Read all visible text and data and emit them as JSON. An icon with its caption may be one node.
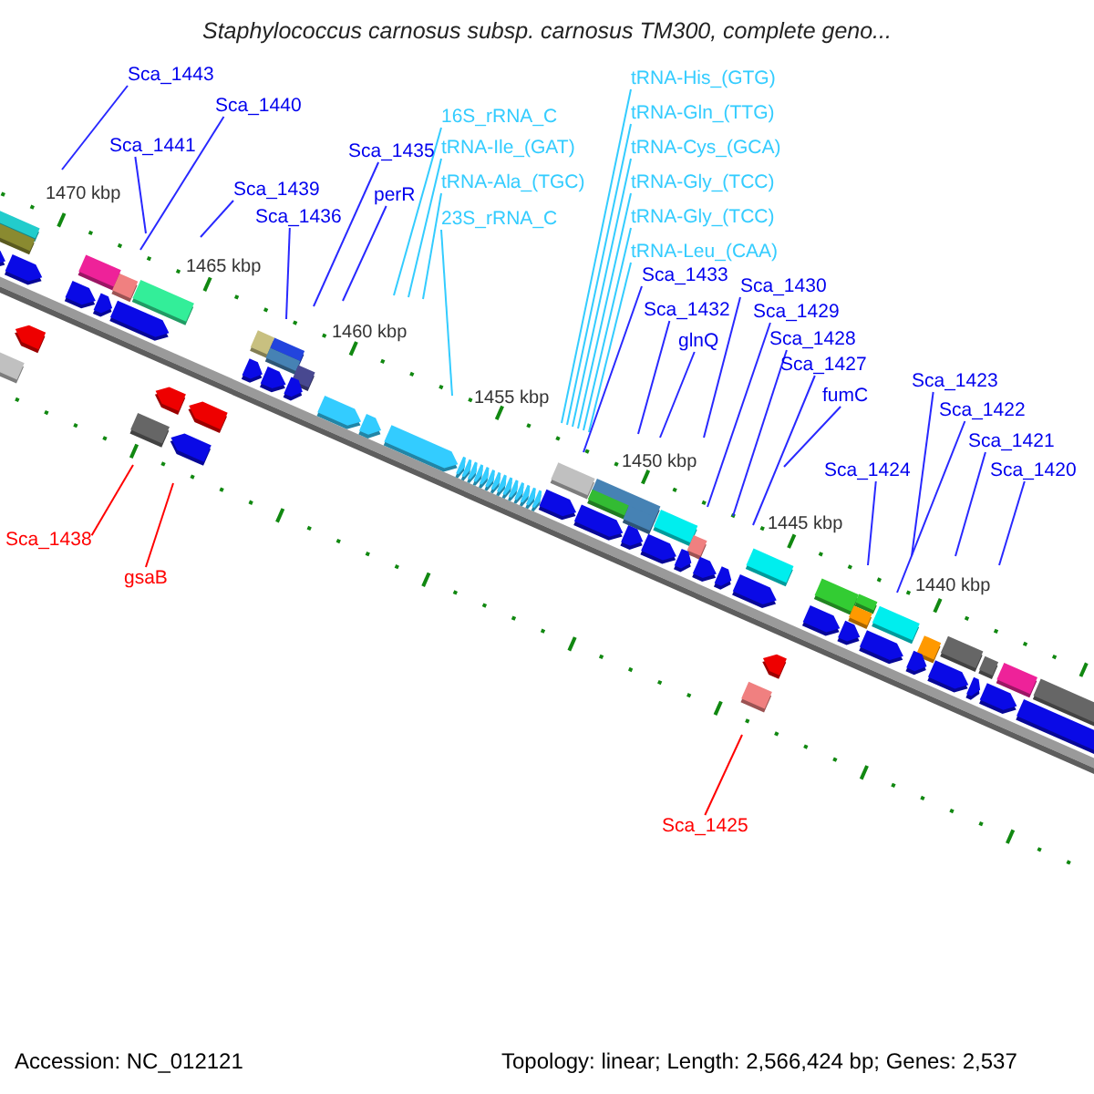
{
  "diagram": {
    "title": "Staphylococcus carnosus subsp. carnosus TM300, complete geno...",
    "nodes": [
      {
        "text": [
          "Sca_1443"
        ]
      },
      {
        "text": [
          "Sca_1440"
        ]
      },
      {
        "text": [
          "Sca_1441"
        ]
      },
      {
        "text": [
          "Sca_1435"
        ]
      },
      {
        "text": [
          "Sca_1439"
        ]
      },
      {
        "text": [
          "perR"
        ]
      },
      {
        "text": [
          "Sca_1436"
        ]
      },
      {
        "text": [
          "tRNA-His_(GTG)"
        ]
      },
      {
        "text": [
          "tRNA-Gln_(TTG)"
        ]
      },
      {
        "text": [
          "16S_rRNA_C"
        ]
      },
      {
        "text": [
          "tRNA-Ile_(GAT)"
        ]
      },
      {
        "text": [
          "tRNA-Cys_(GCA)"
        ]
      },
      {
        "text": [
          "tRNA-Ala_(TGC)"
        ]
      },
      {
        "text": [
          "tRNA-Gly_(TCC)"
        ]
      },
      {
        "text": [
          "23S_rRNA_C"
        ]
      },
      {
        "text": [
          "tRNA-Gly_(TCC)"
        ]
      },
      {
        "text": [
          "tRNA-Leu_(CAA)"
        ]
      },
      {
        "text": [
          "Sca_1433"
        ]
      },
      {
        "text": [
          "Sca_1430"
        ]
      },
      {
        "text": [
          "Sca_1432"
        ]
      },
      {
        "text": [
          "Sca_1429"
        ]
      },
      {
        "text": [
          "glnQ"
        ]
      },
      {
        "text": [
          "Sca_1428"
        ]
      },
      {
        "text": [
          "Sca_1427"
        ]
      },
      {
        "text": [
          "Sca_1423"
        ]
      },
      {
        "text": [
          "fumC"
        ]
      },
      {
        "text": [
          "Sca_1422"
        ]
      },
      {
        "text": [
          "Sca_1421"
        ]
      },
      {
        "text": [
          "Sca_1424"
        ]
      },
      {
        "text": [
          "Sca_1420"
        ]
      },
      {
        "text": [
          "Sca_1438"
        ]
      },
      {
        "text": [
          "gsaB"
        ]
      },
      {
        "text": [
          "Sca_1425"
        ]
      }
    ],
    "edges": [
      {
        "from": 0,
        "to": null,
        "arrow": "none"
      },
      {
        "from": 1,
        "to": null,
        "arrow": "none"
      },
      {
        "from": 2,
        "to": null,
        "arrow": "none"
      },
      {
        "from": 3,
        "to": null,
        "arrow": "none"
      },
      {
        "from": 4,
        "to": null,
        "arrow": "none"
      },
      {
        "from": 5,
        "to": null,
        "arrow": "none"
      },
      {
        "from": 6,
        "to": null,
        "arrow": "none"
      },
      {
        "from": 7,
        "to": null,
        "arrow": "none",
        "color": "#33ccff"
      },
      {
        "from": 8,
        "to": null,
        "arrow": "none",
        "color": "#33ccff"
      },
      {
        "from": 9,
        "to": null,
        "arrow": "none",
        "color": "#33ccff"
      },
      {
        "from": 10,
        "to": null,
        "arrow": "none",
        "color": "#33ccff"
      },
      {
        "from": 11,
        "to": null,
        "arrow": "none",
        "color": "#33ccff"
      },
      {
        "from": 12,
        "to": null,
        "arrow": "none",
        "color": "#33ccff"
      },
      {
        "from": 13,
        "to": null,
        "arrow": "none",
        "color": "#33ccff"
      },
      {
        "from": 14,
        "to": null,
        "arrow": "none",
        "color": "#33ccff"
      },
      {
        "from": 15,
        "to": null,
        "arrow": "none",
        "color": "#33ccff"
      },
      {
        "from": 16,
        "to": null,
        "arrow": "none",
        "color": "#33ccff"
      },
      {
        "from": 17,
        "to": null,
        "arrow": "none"
      },
      {
        "from": 18,
        "to": null,
        "arrow": "none"
      },
      {
        "from": 19,
        "to": null,
        "arrow": "none"
      },
      {
        "from": 20,
        "to": null,
        "arrow": "none"
      },
      {
        "from": 21,
        "to": null,
        "arrow": "none"
      },
      {
        "from": 22,
        "to": null,
        "arrow": "none"
      },
      {
        "from": 23,
        "to": null,
        "arrow": "none"
      },
      {
        "from": 24,
        "to": null,
        "arrow": "none"
      },
      {
        "from": 25,
        "to": null,
        "arrow": "none"
      },
      {
        "from": 26,
        "to": null,
        "arrow": "none"
      },
      {
        "from": 27,
        "to": null,
        "arrow": "none"
      },
      {
        "from": 28,
        "to": null,
        "arrow": "none"
      },
      {
        "from": 29,
        "to": null,
        "arrow": "none"
      },
      {
        "from": 30,
        "to": null,
        "arrow": "none",
        "color": "#ff0000"
      },
      {
        "from": 31,
        "to": null,
        "arrow": "none",
        "color": "#ff0000"
      },
      {
        "from": 32,
        "to": null,
        "arrow": "none",
        "color": "#ff0000"
      }
    ],
    "labels": [
      "1470 kbp",
      "1465 kbp",
      "1460 kbp",
      "1455 kbp",
      "1450 kbp",
      "1445 kbp",
      "1440 kbp",
      "Accession: NC_012121",
      "Topology: linear; Length: 2,566,424 bp; Genes: 2,537"
    ]
  }
}
